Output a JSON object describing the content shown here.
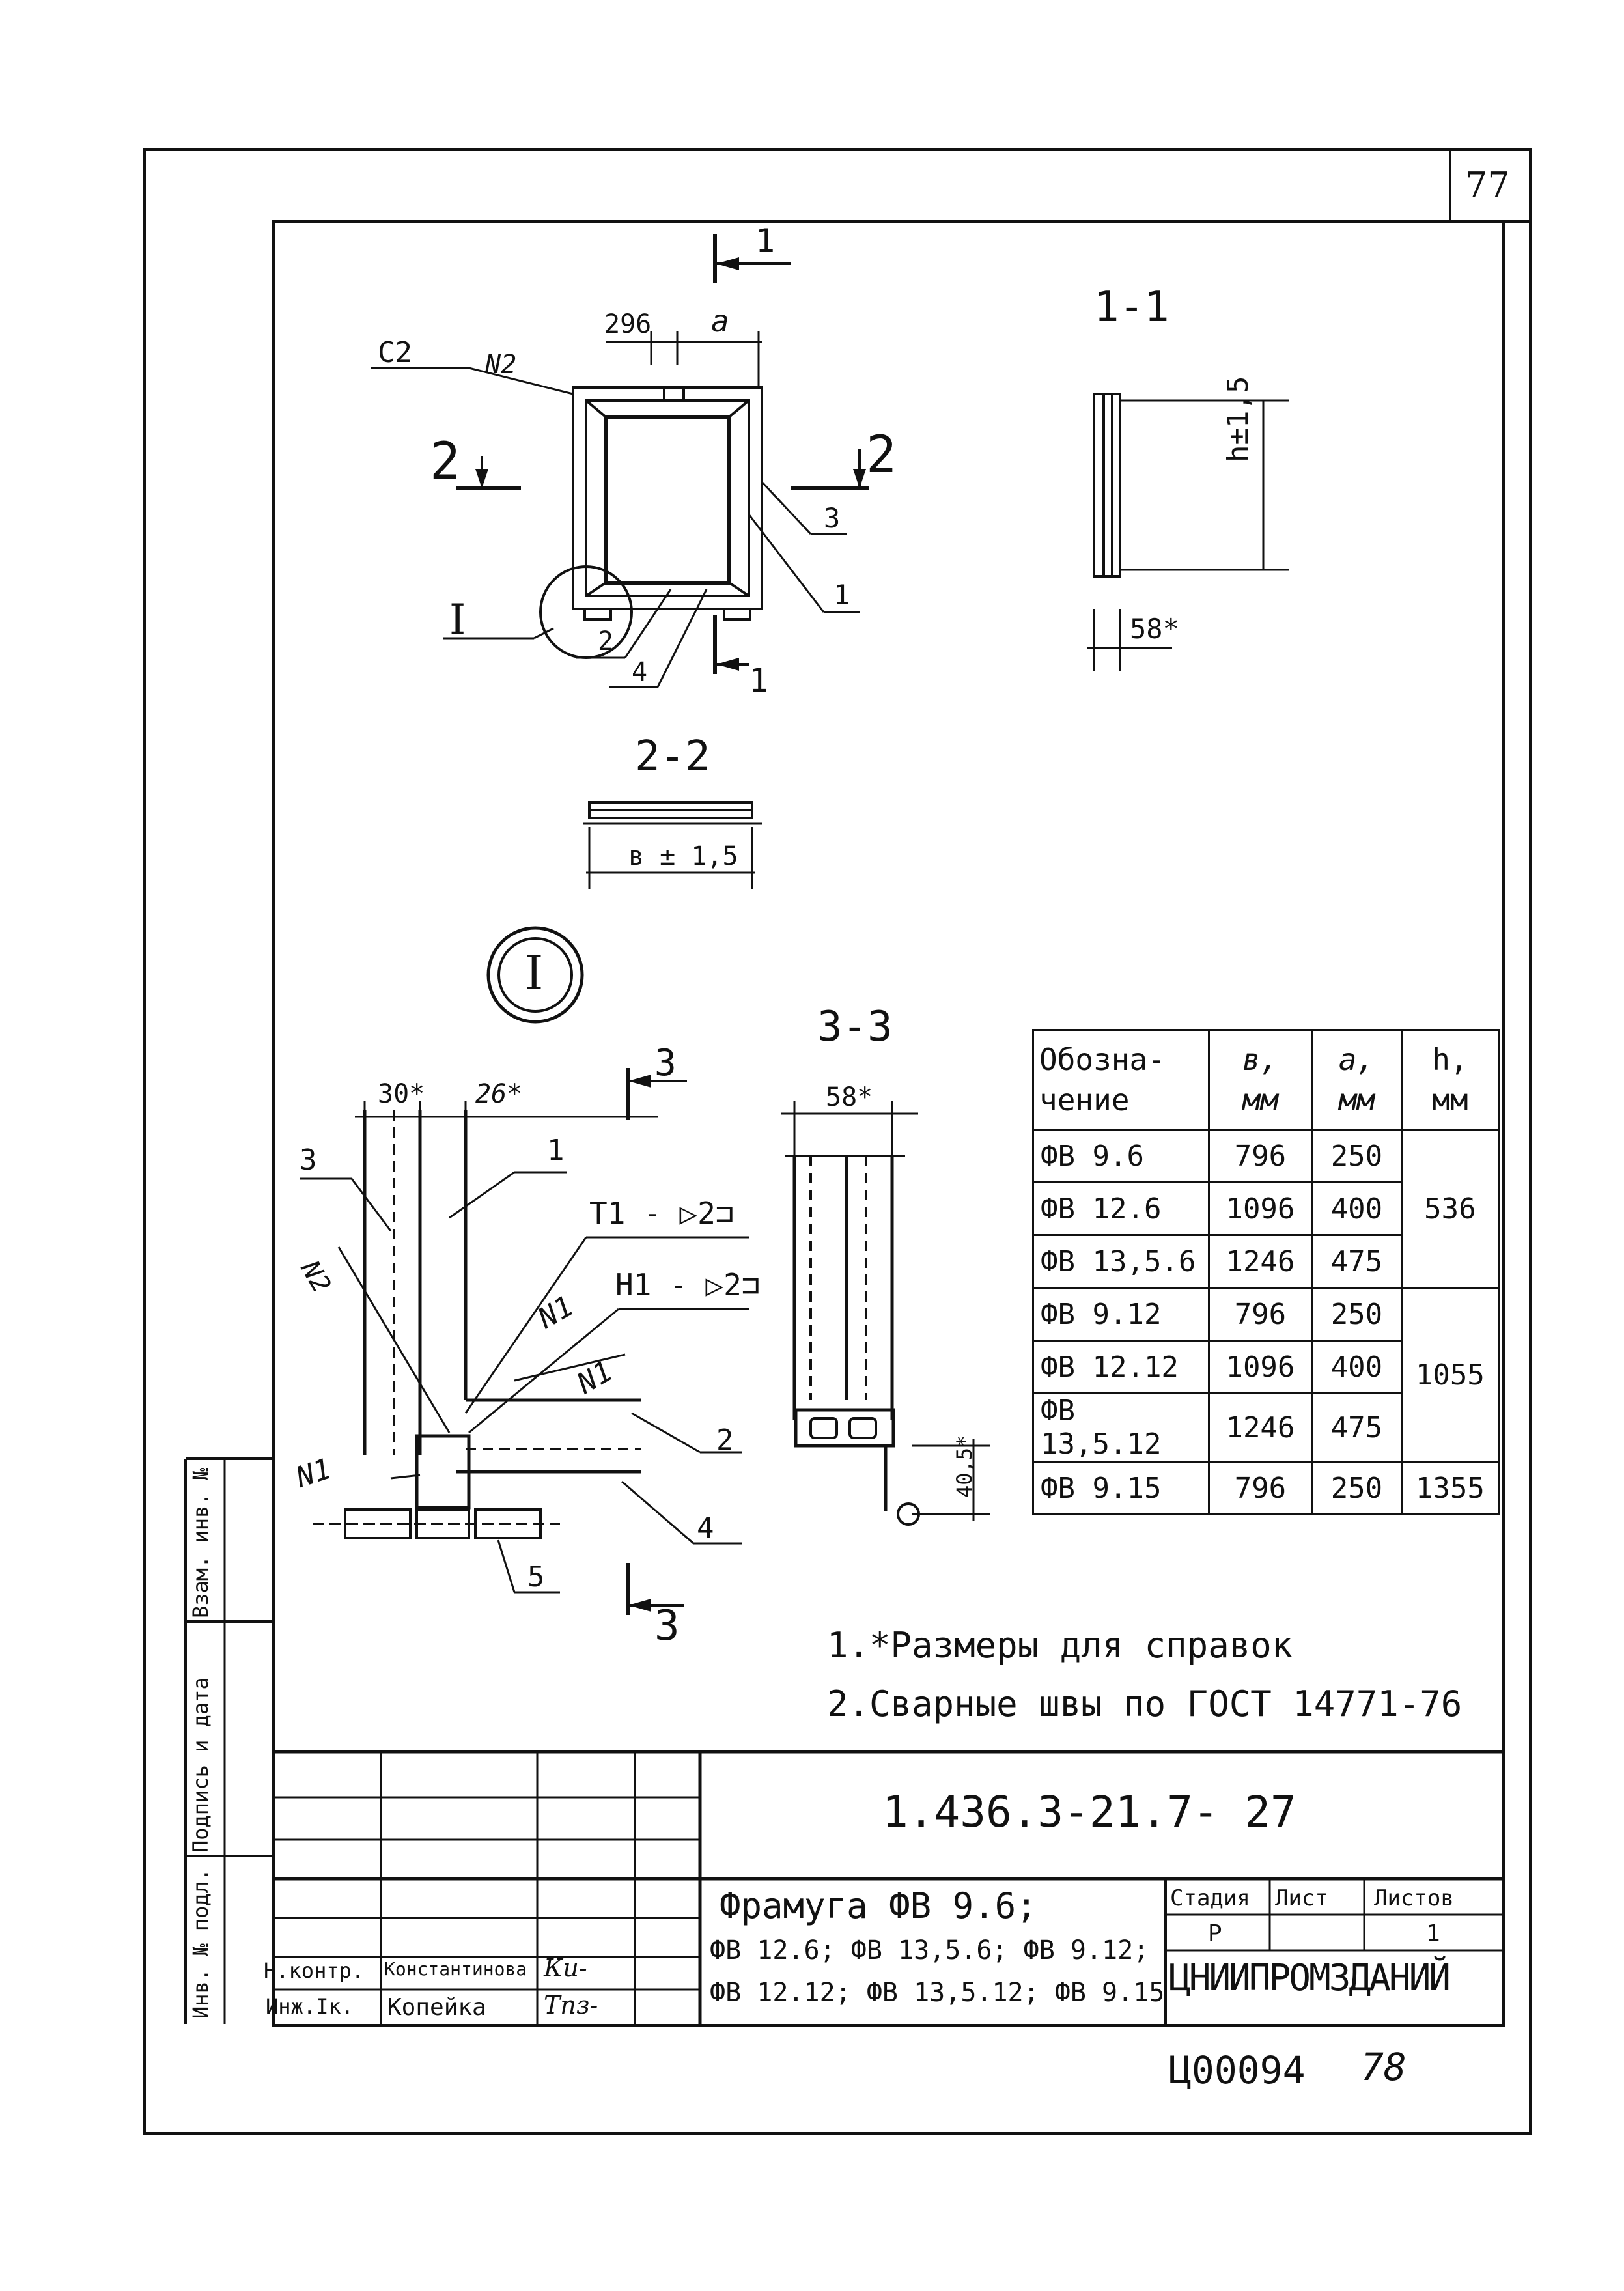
{
  "sheet": {
    "page_number": "77",
    "document_code": "1.436.3-21.7- 27",
    "bottom_code": "Ц00094",
    "bottom_number": "78"
  },
  "views": {
    "plan_section_mark": "1",
    "section_1_1": "1-1",
    "section_2_2": "2-2",
    "section_3_3": "3-3",
    "detail_marker": "I",
    "labels": {
      "c2": "C2",
      "n2": "N2",
      "dim_296": "296",
      "dim_a": "a",
      "cut_2": "2",
      "cut_1": "1",
      "cut_3": "3",
      "pos_1": "1",
      "pos_2": "2",
      "pos_3": "3",
      "pos_4": "4",
      "pos_5": "5",
      "dim_h": "h±1,5",
      "dim_58": "58*",
      "dim_b": "в ± 1,5",
      "dim_30": "30*",
      "dim_26": "26*",
      "weld_t1": "T1 - ▷2⊐",
      "weld_h1": "H1 - ▷2⊐",
      "n1": "N1",
      "dim_40_5": "40,5*"
    }
  },
  "table": {
    "headers": [
      "Обозна-\nчение",
      "в,\nмм",
      "a,\nмм",
      "h,\nмм"
    ],
    "rows": [
      {
        "designation": "ФВ 9.6",
        "b": "796",
        "a": "250"
      },
      {
        "designation": "ФВ 12.6",
        "b": "1096",
        "a": "400"
      },
      {
        "designation": "ФВ 13,5.6",
        "b": "1246",
        "a": "475"
      },
      {
        "designation": "ФВ 9.12",
        "b": "796",
        "a": "250"
      },
      {
        "designation": "ФВ 12.12",
        "b": "1096",
        "a": "400"
      },
      {
        "designation": "ФВ 13,5.12",
        "b": "1246",
        "a": "475"
      },
      {
        "designation": "ФВ 9.15",
        "b": "796",
        "a": "250"
      }
    ],
    "h_groups": [
      "536",
      "1055",
      "1355"
    ]
  },
  "notes": [
    "1.*Размеры для справок",
    "2.Сварные швы по ГОСТ 14771-76"
  ],
  "title_block": {
    "title_line1": "Фрамуга ФВ 9.6;",
    "title_line2": "ФВ 12.6; ФВ 13,5.6; ФВ 9.12;",
    "title_line3": "ФВ 12.12; ФВ 13,5.12; ФВ 9.15",
    "stage_label": "Стадия",
    "sheet_label": "Лист",
    "sheets_label": "Листов",
    "stage_value": "Р",
    "sheets_value": "1",
    "organization": "ЦНИИПРОМЗДАНИЙ",
    "role_1": "Н.контр.",
    "name_1": "Константинова",
    "sign_1": "Кu-",
    "role_2": "Инж.Iк.",
    "name_2": "Копейка",
    "sign_2": "Тпз-"
  },
  "side_stamp": {
    "inv_podl": "Инв. № подл.",
    "sign_date": "Подпись и дата",
    "vzam_inv": "Взам. инв. №"
  }
}
